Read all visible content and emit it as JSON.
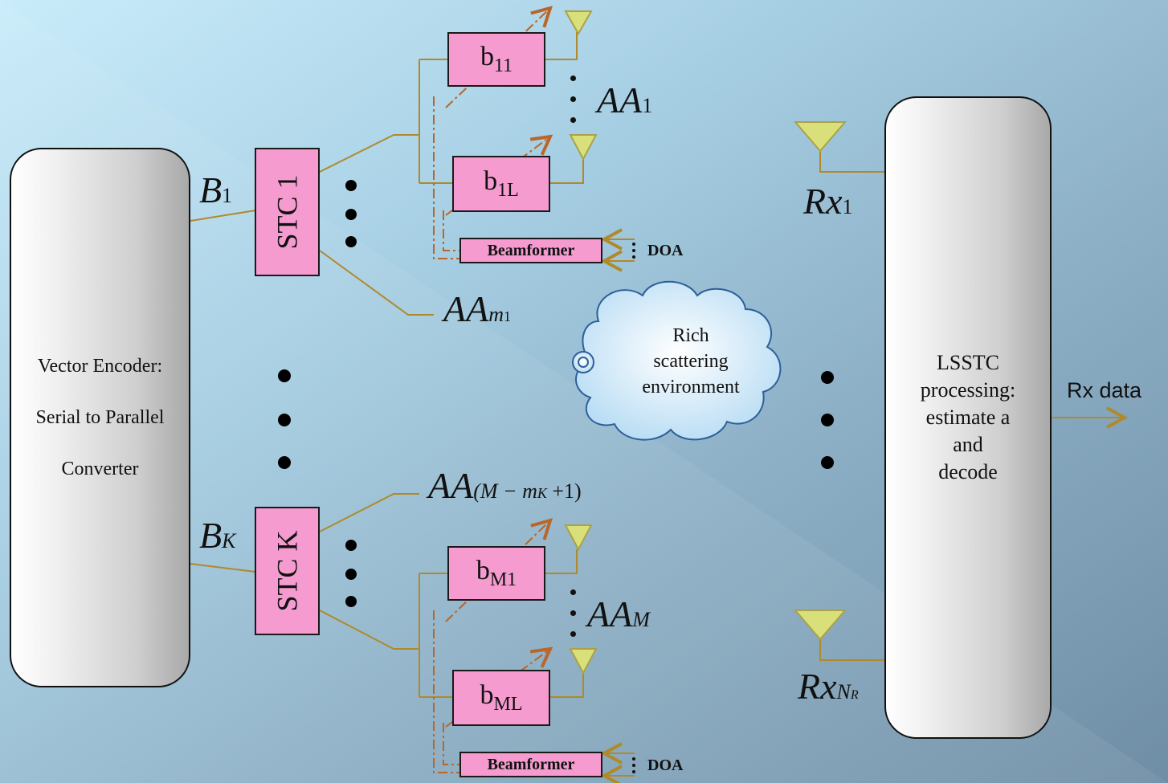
{
  "encoder": {
    "line1": "Vector Encoder:",
    "line2": "Serial to Parallel",
    "line3": "Converter"
  },
  "stc": {
    "first": "STC 1",
    "last": "STC K"
  },
  "streams": {
    "b1_var": "B",
    "b1_sub": "1",
    "bk_var": "B",
    "bk_sub": "K"
  },
  "weights": {
    "w11": {
      "base": "b",
      "sub": "11"
    },
    "w1l": {
      "base": "b",
      "sub": "1L"
    },
    "wm1": {
      "base": "b",
      "sub": "M1"
    },
    "wml": {
      "base": "b",
      "sub": "ML"
    }
  },
  "beamformer": {
    "label": "Beamformer",
    "doa": "DOA"
  },
  "arrays": {
    "aa1": {
      "var": "AA",
      "sub": "1"
    },
    "aam1": {
      "var": "AA",
      "sub": "m",
      "subsub": "1"
    },
    "aamk": {
      "var": "AA",
      "sub": "(M − m",
      "subsub": "K",
      "tail": " +1)"
    },
    "aam": {
      "var": "AA",
      "sub": "M"
    }
  },
  "cloud": {
    "line1": "Rich",
    "line2": "scattering",
    "line3": "environment"
  },
  "receiver": {
    "rx1_var": "Rx",
    "rx1_sub": "1",
    "rxn_var": "Rx",
    "rxn_sub": "N",
    "rxn_subsub": "R"
  },
  "lsstc": {
    "line1": "LSSTC",
    "line2": "processing:",
    "line3": "estimate a",
    "line4": "and",
    "line5": "decode"
  },
  "output": {
    "label": "Rx data"
  },
  "colors": {
    "line": "#b0892a",
    "pink": "#f59bd0",
    "antenna": "#d9e07a",
    "dashdot": "#b8662a"
  }
}
